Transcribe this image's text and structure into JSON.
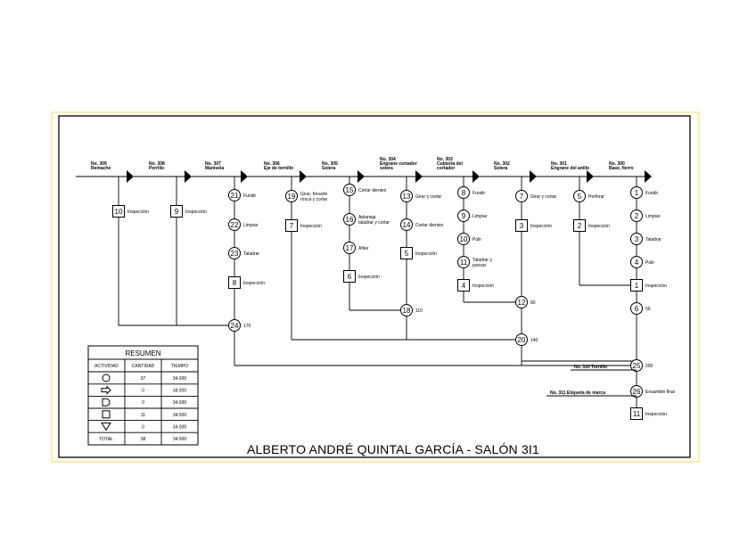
{
  "title": "ALBERTO ANDRÉ QUINTAL GARCÍA - SALÓN 3I1",
  "colors": {
    "frame_outer": "#f2e27a",
    "ink": "#000000"
  },
  "columns": [
    {
      "id": "c309",
      "header": [
        "No. 309",
        "Remache"
      ]
    },
    {
      "id": "c308",
      "header": [
        "No. 308",
        "Perrillo"
      ]
    },
    {
      "id": "c307",
      "header": [
        "No. 307",
        "Manivela"
      ]
    },
    {
      "id": "c306",
      "header": [
        "No. 306",
        "Eje de tornillo"
      ]
    },
    {
      "id": "c305",
      "header": [
        "No. 305",
        "Solera"
      ]
    },
    {
      "id": "c304",
      "header": [
        "No. 304",
        "Engrane cortador",
        "solera"
      ]
    },
    {
      "id": "c303",
      "header": [
        "No. 303",
        "Cubierta del",
        "cortador"
      ]
    },
    {
      "id": "c302",
      "header": [
        "No. 302",
        "Solera"
      ]
    },
    {
      "id": "c301",
      "header": [
        "No. 301",
        "Engrane del anillo"
      ]
    },
    {
      "id": "c300",
      "header": [
        "No. 300",
        "Base, fierro"
      ]
    }
  ],
  "nodes": [
    {
      "shape": "square",
      "num": "10",
      "label": [
        "Inspección"
      ]
    },
    {
      "shape": "square",
      "num": "9",
      "label": [
        "Inspección"
      ]
    },
    {
      "shape": "circle",
      "num": "21",
      "label": [
        "Fundir"
      ]
    },
    {
      "shape": "circle",
      "num": "22",
      "label": [
        "Limpiar"
      ]
    },
    {
      "shape": "circle",
      "num": "23",
      "label": [
        "Taladrar"
      ]
    },
    {
      "shape": "square",
      "num": "8",
      "label": [
        "Inspección"
      ]
    },
    {
      "shape": "circle",
      "num": "24",
      "label": [
        "170"
      ]
    },
    {
      "shape": "circle",
      "num": "19",
      "label": [
        "Girar, fresarle",
        "rosca y cortar"
      ]
    },
    {
      "shape": "square",
      "num": "7",
      "label": [
        "Inspección"
      ]
    },
    {
      "shape": "circle",
      "num": "15",
      "label": [
        "Cortar dientes"
      ]
    },
    {
      "shape": "circle",
      "num": "16",
      "label": [
        "Aplanaja",
        "taladrar y cortar"
      ]
    },
    {
      "shape": "circle",
      "num": "17",
      "label": [
        "Afilar"
      ]
    },
    {
      "shape": "square",
      "num": "6",
      "label": [
        "Inspección"
      ]
    },
    {
      "shape": "circle",
      "num": "18",
      "label": [
        "110"
      ]
    },
    {
      "shape": "circle",
      "num": "13",
      "label": [
        "Girar y cortar"
      ]
    },
    {
      "shape": "circle",
      "num": "14",
      "label": [
        "Cortar dientes"
      ]
    },
    {
      "shape": "square",
      "num": "5",
      "label": [
        "Inspección"
      ]
    },
    {
      "shape": "circle",
      "num": "20",
      "label": [
        "140"
      ]
    },
    {
      "shape": "circle",
      "num": "8",
      "label": [
        "Fundir"
      ]
    },
    {
      "shape": "circle",
      "num": "9",
      "label": [
        "Limpiar"
      ]
    },
    {
      "shape": "circle",
      "num": "10",
      "label": [
        "Pulir"
      ]
    },
    {
      "shape": "circle",
      "num": "11",
      "label": [
        "Taladrar y",
        "punzar"
      ]
    },
    {
      "shape": "square",
      "num": "4",
      "label": [
        "Inspección"
      ]
    },
    {
      "shape": "circle",
      "num": "12",
      "label": [
        "80"
      ]
    },
    {
      "shape": "circle",
      "num": "7",
      "label": [
        "Girar y cortar"
      ]
    },
    {
      "shape": "square",
      "num": "3",
      "label": [
        "Inspección"
      ]
    },
    {
      "shape": "circle",
      "num": "5",
      "label": [
        "Perforar"
      ]
    },
    {
      "shape": "square",
      "num": "2",
      "label": [
        "Inspección"
      ]
    },
    {
      "shape": "circle",
      "num": "1",
      "label": [
        "Fundir"
      ]
    },
    {
      "shape": "circle",
      "num": "2",
      "label": [
        "Limpiar"
      ]
    },
    {
      "shape": "circle",
      "num": "3",
      "label": [
        "Taladrar"
      ]
    },
    {
      "shape": "circle",
      "num": "4",
      "label": [
        "Pulir"
      ]
    },
    {
      "shape": "square",
      "num": "1",
      "label": [
        "Inspección"
      ]
    },
    {
      "shape": "circle",
      "num": "6",
      "label": [
        "50"
      ]
    },
    {
      "shape": "circle",
      "num": "25",
      "label": [
        "200"
      ]
    },
    {
      "shape": "circle",
      "num": "26",
      "label": [
        "Ensamble final"
      ]
    },
    {
      "shape": "square",
      "num": "11",
      "label": [
        "Inspección"
      ]
    }
  ],
  "side_inputs": [
    {
      "text": "No. 310 Tornillo"
    },
    {
      "text": "No. 311 Etiqueta de marca"
    }
  ],
  "summary": {
    "title": "RESUMEN",
    "headers": [
      "ACTIVIDAD",
      "CANTIDAD",
      "TIEMPO"
    ],
    "rows": [
      {
        "symbol": "circle",
        "qty": "37",
        "time": "34.000"
      },
      {
        "symbol": "arrow",
        "qty": "0",
        "time": "34.000"
      },
      {
        "symbol": "delay",
        "qty": "0",
        "time": "34.000"
      },
      {
        "symbol": "square",
        "qty": "11",
        "time": "34.000"
      },
      {
        "symbol": "triangle",
        "qty": "0",
        "time": "34.000"
      },
      {
        "symbol": "total",
        "label": "TOTAL",
        "qty": "38",
        "time": "34.000"
      }
    ]
  }
}
